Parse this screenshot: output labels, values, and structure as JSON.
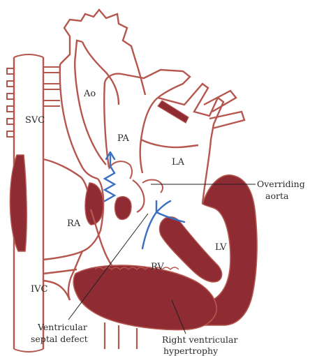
{
  "labels": {
    "ao": "Ao",
    "svc": "SVC",
    "pa": "PA",
    "la": "LA",
    "ra": "RA",
    "rv": "RV",
    "lv": "LV",
    "ivc": "IVC",
    "overriding_aorta_line1": "Overriding",
    "overriding_aorta_line2": "aorta",
    "vsd_line1": "Ventricular",
    "vsd_line2": "septal defect",
    "rvh_line1": "Right ventricular",
    "rvh_line2": "hypertrophy"
  },
  "colors": {
    "outline": "#b5574e",
    "muscle_fill": "#8e2b33",
    "wall_fill": "#ffffff",
    "flow_arrow": "#3a6fc4",
    "leader_line": "#222222",
    "text": "#2a2a2a"
  }
}
